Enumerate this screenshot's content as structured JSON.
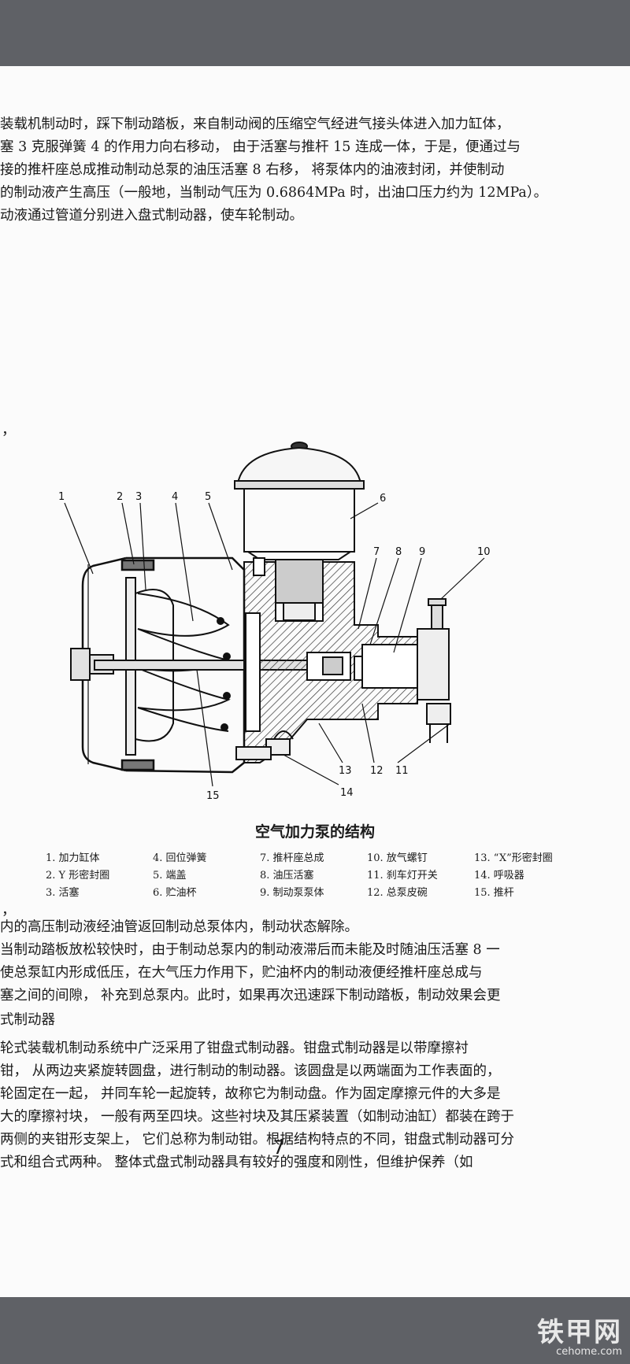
{
  "paragraph_1": [
    "装载机制动时，踩下制动踏板，来自制动阀的压缩空气经进气接头体进入加力缸体，",
    "塞 3 克服弹簧 4 的作用力向右移动，  由于活塞与推杆 15 连成一体，于是，便通过与",
    "接的推杆座总成推动制动总泵的油压活塞 8 右移，  将泵体内的油液封闭，并使制动",
    "的制动液产生高压（一般地，当制动气压为 0.6864MPa 时，出油口压力约为 12MPa）。",
    "动液通过管道分别进入盘式制动器，使车轮制动。"
  ],
  "left_mark_1": "，",
  "left_mark_2": "，",
  "figure": {
    "caption": "空气加力泵的结构",
    "callouts": [
      "1",
      "2",
      "3",
      "4",
      "5",
      "6",
      "7",
      "8",
      "9",
      "10",
      "11",
      "12",
      "13",
      "14",
      "15"
    ],
    "legend": [
      [
        "1. 加力缸体",
        "4. 回位弹簧",
        "7. 推杆座总成",
        "10. 放气螺钉",
        "13. “X”形密封圈"
      ],
      [
        "2. Y 形密封圈",
        "5. 端盖",
        "8. 油压活塞",
        "11. 刹车灯开关",
        "14. 呼吸器"
      ],
      [
        "3. 活塞",
        "6. 贮油杯",
        "9. 制动泵泵体",
        "12. 总泵皮碗",
        "15. 推杆"
      ]
    ]
  },
  "paragraph_2": [
    "内的高压制动液经油管返回制动总泵体内，制动状态解除。",
    "当制动踏板放松较快时，由于制动总泵内的制动液滞后而未能及时随油压活塞 8 一",
    "  使总泵缸内形成低压，在大气压力作用下，贮油杯内的制动液便经推杆座总成与",
    "塞之间的间隙，  补充到总泵内。此时，如果再次迅速踩下制动踏板，制动效果会更"
  ],
  "heading": "式制动器",
  "paragraph_3": [
    "轮式装载机制动系统中广泛采用了钳盘式制动器。钳盘式制动器是以带摩擦衬",
    "钳，  从两边夹紧旋转圆盘，进行制动的制动器。该圆盘是以两端面为工作表面的，",
    "轮固定在一起，  并同车轮一起旋转，故称它为制动盘。作为固定摩擦元件的大多是",
    "大的摩擦衬块，  一般有两至四块。这些衬块及其压紧装置（如制动油缸）都装在跨于",
    "两侧的夹钳形支架上，  它们总称为制动钳。根据结构特点的不同，钳盘式制动器可分",
    "式和组合式两种。  整体式盘式制动器具有较好的强度和刚性，但维护保养（如"
  ],
  "page_number": "7",
  "watermark": {
    "cn": "铁甲网",
    "en": "cehome.com"
  }
}
